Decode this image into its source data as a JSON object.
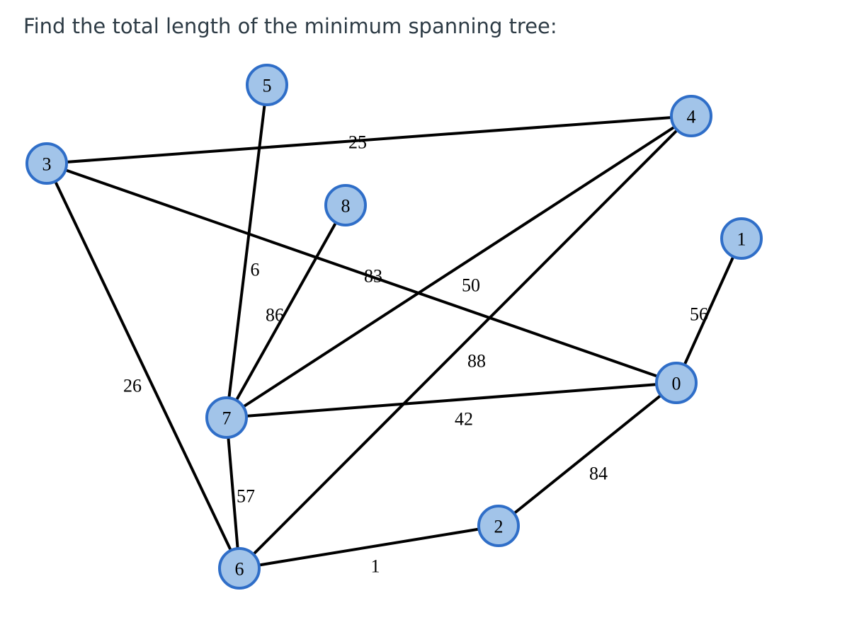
{
  "question": "Find the total length of the minimum spanning tree:",
  "colors": {
    "node_fill": "#a2c4e9",
    "node_stroke": "#2f6ec8",
    "edge": "#000000",
    "text": "#2d3b45"
  },
  "graph": {
    "nodes": [
      {
        "id": "0",
        "label": "0"
      },
      {
        "id": "1",
        "label": "1"
      },
      {
        "id": "2",
        "label": "2"
      },
      {
        "id": "3",
        "label": "3"
      },
      {
        "id": "4",
        "label": "4"
      },
      {
        "id": "5",
        "label": "5"
      },
      {
        "id": "6",
        "label": "6"
      },
      {
        "id": "7",
        "label": "7"
      },
      {
        "id": "8",
        "label": "8"
      }
    ],
    "edges": [
      {
        "from": "3",
        "to": "4",
        "weight": "25"
      },
      {
        "from": "3",
        "to": "0",
        "weight": "83"
      },
      {
        "from": "3",
        "to": "6",
        "weight": "26"
      },
      {
        "from": "5",
        "to": "7",
        "weight": "6"
      },
      {
        "from": "8",
        "to": "7",
        "weight": "86"
      },
      {
        "from": "4",
        "to": "7",
        "weight": "50"
      },
      {
        "from": "4",
        "to": "6",
        "weight": "88"
      },
      {
        "from": "7",
        "to": "0",
        "weight": "42"
      },
      {
        "from": "7",
        "to": "6",
        "weight": "57"
      },
      {
        "from": "6",
        "to": "2",
        "weight": "1"
      },
      {
        "from": "2",
        "to": "0",
        "weight": "84"
      },
      {
        "from": "1",
        "to": "0",
        "weight": "56"
      }
    ]
  }
}
